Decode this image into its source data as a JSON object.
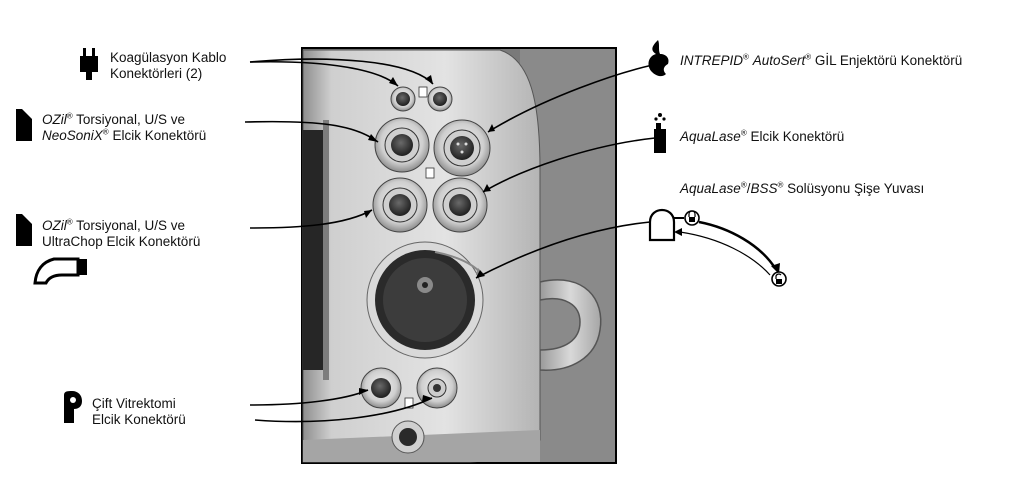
{
  "colors": {
    "panel_dark": "#1d1d1d",
    "panel_body": "#bdbdbd",
    "panel_light": "#e6e6e6",
    "connector_ring": "#d7d7d7",
    "connector_face": "#3a3a3a",
    "text": "#111111"
  },
  "labels": {
    "koag": {
      "line1": "Koagülasyon Kablo",
      "line2": "Konektörleri (2)"
    },
    "ozil1": {
      "brand1": "OZil",
      "reg": "®",
      "rest1": " Torsiyonal, U/S ve",
      "brand2": "NeoSoniX",
      "reg2": "®",
      "rest2": " Elcik Konektörü"
    },
    "ozil2": {
      "brand1": "OZil",
      "reg": "®",
      "rest1": " Torsiyonal, U/S ve",
      "line2": "UltraChop Elcik Konektörü"
    },
    "vitrek": {
      "line1": "Çift Vitrektomi",
      "line2": "Elcik Konektörü"
    },
    "intrepid": {
      "brand1": "INTREPID",
      "reg": "®",
      "brand2": "AutoSert",
      "reg2": "®",
      "rest": " GİL Enjektörü Konektörü"
    },
    "aqualase": {
      "brand": "AquaLase",
      "reg": "®",
      "rest": " Elcik Konektörü"
    },
    "bss": {
      "brand1": "AquaLase",
      "reg": "®",
      "sep": "/",
      "brand2": "BSS",
      "reg2": "®",
      "rest": " Solüsyonu Şişe Yuvası"
    }
  },
  "icons": [
    "plug-icon",
    "ozil-handpiece-icon",
    "ultrachop-handpiece-icon",
    "ultrachop-tip-icon",
    "vitrectomy-icon",
    "intrepid-icon",
    "aqualase-icon",
    "bottle-lock-icon"
  ]
}
